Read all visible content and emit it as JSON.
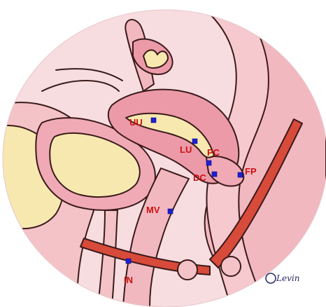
{
  "markers": [
    {
      "id": "UU",
      "label": "UU"
    },
    {
      "id": "LU",
      "label": "LU"
    },
    {
      "id": "PC",
      "label": "PC"
    },
    {
      "id": "DC",
      "label": "DC"
    },
    {
      "id": "FP",
      "label": "FP"
    },
    {
      "id": "MV",
      "label": "MV"
    },
    {
      "id": "IN",
      "label": "IN"
    }
  ],
  "signature": "Levin",
  "colors": {
    "label_red": "#cc1111",
    "marker_blue": "#1f1fd0",
    "tissue_pink": "#f4c3c8",
    "organ_pink": "#ec9aa8",
    "outline": "#3a1a1a",
    "fat_yellow": "#f7e8b0",
    "bowel_red": "#d84a3a"
  }
}
